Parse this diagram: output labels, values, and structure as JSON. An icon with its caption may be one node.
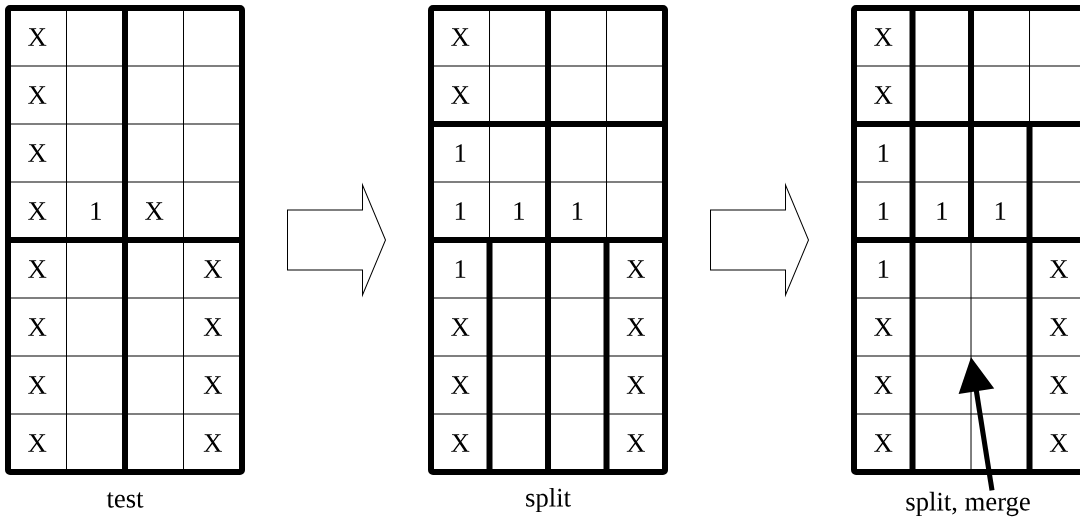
{
  "diagram": {
    "nodes": [
      {
        "text": [],
        "shape": "box",
        "beside": [
          "test"
        ]
      },
      {
        "text": [],
        "shape": "box",
        "beside": [
          "split"
        ]
      },
      {
        "text": [],
        "shape": "box"
      },
      {
        "text": [
          "split, merge"
        ]
      }
    ],
    "edges": [
      {
        "from": 0,
        "to": 1,
        "arrow": "to"
      },
      {
        "from": 1,
        "to": 2,
        "arrow": "to"
      },
      {
        "from": 3,
        "to": 2,
        "arrow": "to"
      }
    ],
    "labels": [
      "X",
      "X",
      "X",
      "X",
      "1",
      "X",
      "X",
      "X",
      "X",
      "X",
      "X",
      "X",
      "X",
      "X",
      "X",
      "X",
      "1",
      "1",
      "1",
      "1",
      "1",
      "X",
      "X",
      "X",
      "X",
      "X",
      "X",
      "X",
      "X",
      "X",
      "1",
      "1",
      "1",
      "1",
      "1",
      "X",
      "X",
      "X",
      "X",
      "X",
      "X",
      "X"
    ]
  }
}
